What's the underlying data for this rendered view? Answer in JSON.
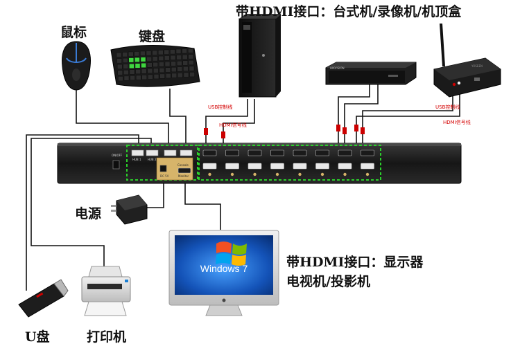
{
  "labels": {
    "mouse": "鼠标",
    "keyboard": "键盘",
    "hdmi_sources": "带HDMI接口：台式机/录像机/机顶盒",
    "power": "电源",
    "hdmi_display_line1": "带HDMI接口：显示器",
    "hdmi_display_line2": "电视机/投影机",
    "usb_drive": "U盘",
    "printer": "打印机"
  },
  "cable_labels": {
    "usb_left": "USB控制线",
    "hdmi_left": "HDMI信号线",
    "usb_right": "USB控制线",
    "hdmi_right": "HDMI信号线"
  },
  "panel": {
    "switch_label": "ON/OFF",
    "dc_label": "DC 5V",
    "hub1": "HUB 1",
    "hub2": "HUB 2",
    "console_label": "Console",
    "monitor_label": "Monitor"
  },
  "monitor": {
    "screen_text": "Windows 7"
  },
  "dvr": {
    "brand": "HIKVISION"
  },
  "stb": {
    "brand": "YOSEEN"
  },
  "colors": {
    "cable": "#111111",
    "cable_label": "#d40000",
    "highlight": "#2bd02b",
    "port_gold": "#d7b46a",
    "device_body": "#1c1c1c"
  }
}
